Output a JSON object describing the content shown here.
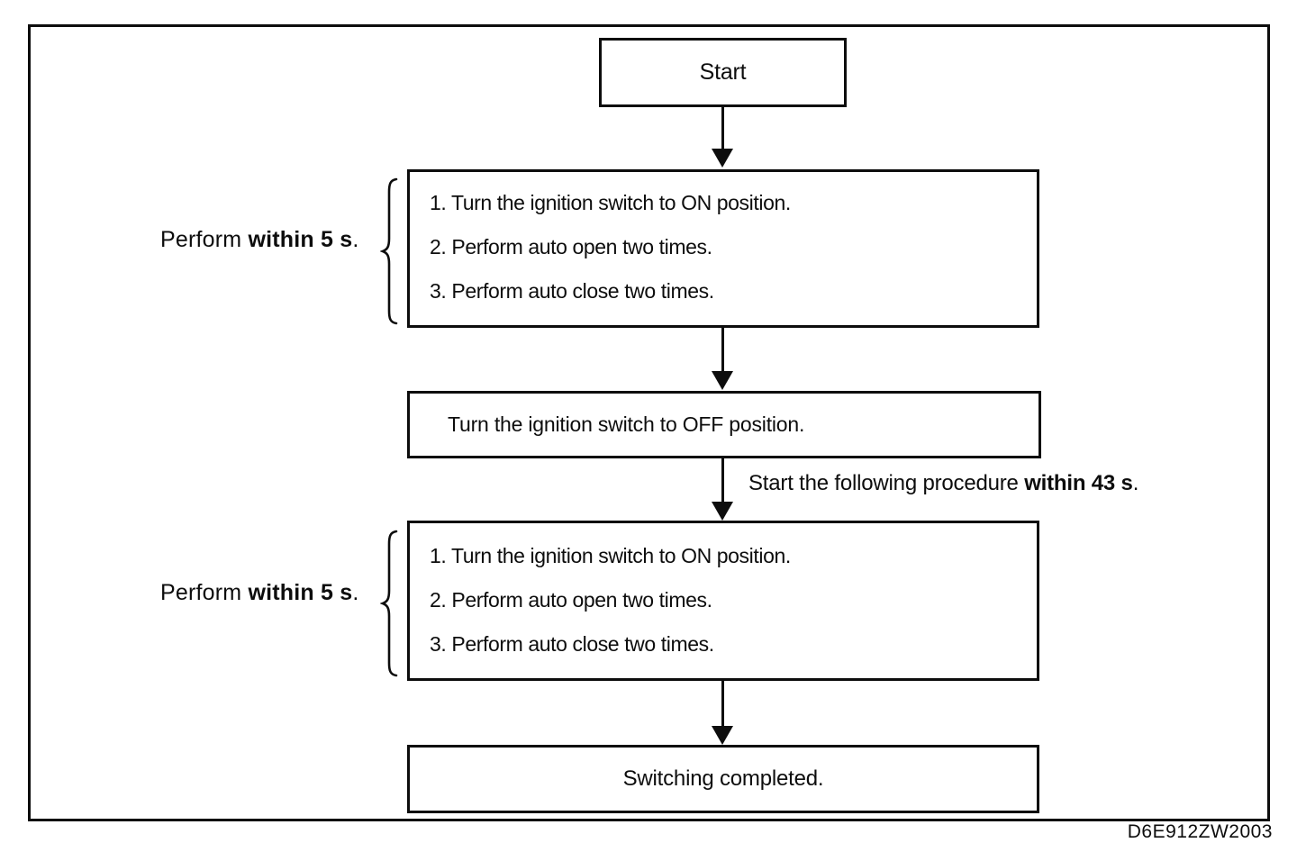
{
  "page": {
    "background_color": "#ffffff",
    "ink_color": "#0d0d0d",
    "figure_code": "D6E912ZW2003"
  },
  "flowchart": {
    "start": {
      "label": "Start"
    },
    "phase1": {
      "side_note_normal": "Perform ",
      "side_note_bold": "within 5 s",
      "side_note_end": ".",
      "steps": [
        "1. Turn the ignition switch to ON position.",
        "2. Perform auto open two times.",
        "3. Perform auto close two times."
      ]
    },
    "off_step": {
      "label": "Turn the ignition switch to OFF position."
    },
    "transition_note": {
      "normal": "Start the following procedure ",
      "bold": "within 43 s",
      "end": "."
    },
    "phase2": {
      "side_note_normal": "Perform ",
      "side_note_bold": "within 5 s",
      "side_note_end": ".",
      "steps": [
        "1. Turn the ignition switch to ON position.",
        "2. Perform auto open two times.",
        "3. Perform auto close two times."
      ]
    },
    "end": {
      "label": "Switching completed."
    }
  }
}
